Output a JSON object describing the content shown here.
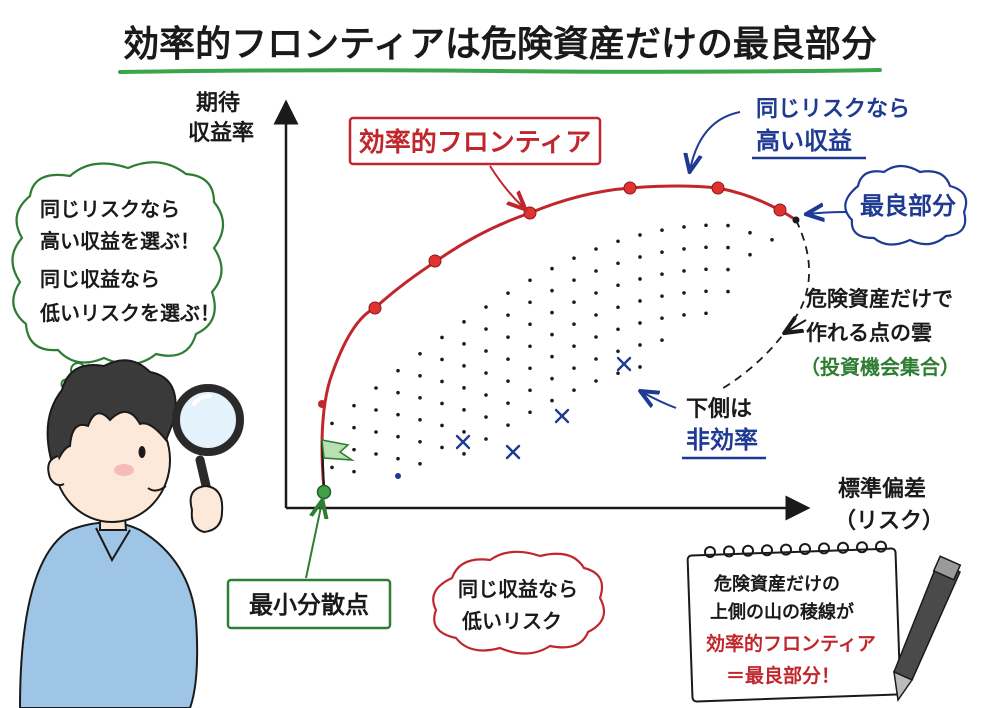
{
  "title": "効率的フロンティアは危険資産だけの最良部分",
  "axes": {
    "y_label_line1": "期待",
    "y_label_line2": "収益率",
    "x_label_line1": "標準偏差",
    "x_label_line2": "（リスク）"
  },
  "labels": {
    "frontier": "効率的フロンティア",
    "same_risk_line1": "同じリスクなら",
    "same_risk_line2": "高い収益",
    "best_part": "最良部分",
    "cloud_line1": "危険資産だけで",
    "cloud_line2": "作れる点の雲",
    "cloud_line3": "（投資機会集合）",
    "below_line1": "下側は",
    "below_line2": "非効率",
    "min_variance": "最小分散点",
    "same_return_line1": "同じ収益なら",
    "same_return_line2": "低いリスク"
  },
  "thought_bubble": {
    "line1": "同じリスクなら",
    "line2": "高い収益を選ぶ！",
    "line3": "同じ収益なら",
    "line4": "低いリスクを選ぶ！"
  },
  "notepad": {
    "line1": "危険資産だけの",
    "line2": "上側の山の稜線が",
    "line3": "効率的フロンティア",
    "line4": "＝最良部分！"
  },
  "colors": {
    "frontier_red": "#c0272d",
    "annotation_blue": "#1f3a93",
    "min_green": "#2e7d32",
    "title_underline": "#3aa64a",
    "ink": "#1a1a1a"
  }
}
